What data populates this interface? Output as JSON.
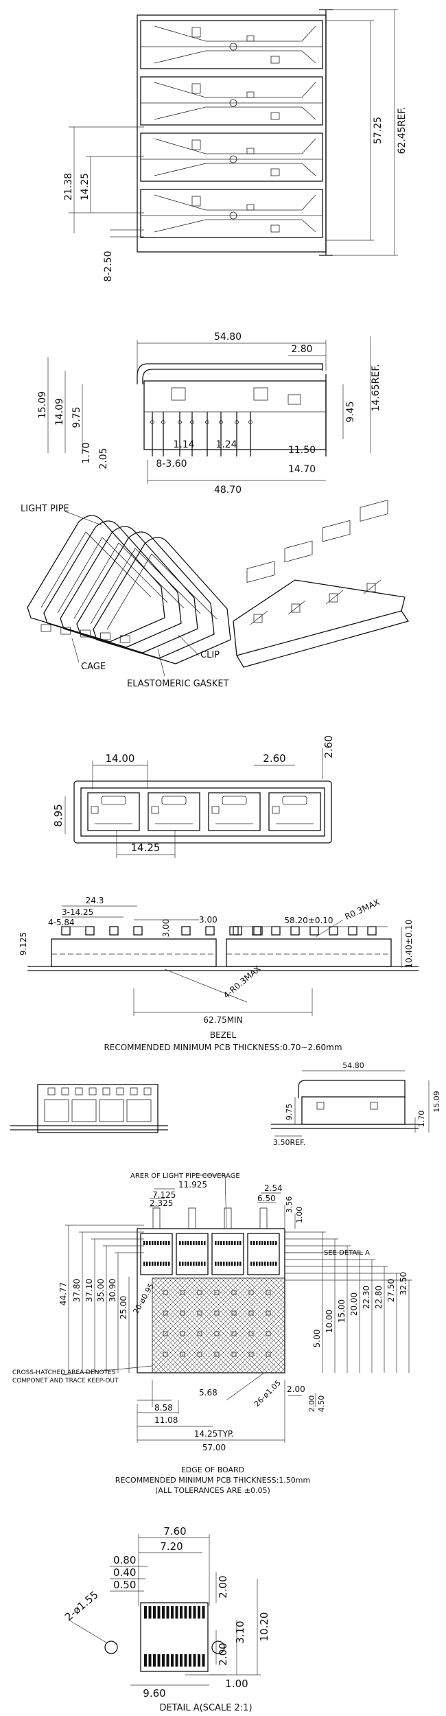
{
  "views": {
    "top_view": {
      "dims": [
        "21.38",
        "14.25",
        "8-2.50",
        "57.25",
        "62.45REF."
      ]
    },
    "side_view": {
      "dims": [
        "54.80",
        "2.80",
        "14.65REF.",
        "15.09",
        "14.09",
        "9.75",
        "9.45",
        "1.14",
        "1.24",
        "1.70",
        "2.05",
        "8-3.60",
        "11.50",
        "14.70",
        "48.70"
      ]
    },
    "iso_view": {
      "labels": [
        "LIGHT PIPE",
        "CAGE",
        "CLIP",
        "ELASTOMERIC GASKET"
      ]
    },
    "front_view": {
      "dims": [
        "14.00",
        "2.60",
        "2.60",
        "8.95",
        "14.25"
      ]
    },
    "bezel": {
      "dims": [
        "24.3",
        "4-5.84",
        "3-14.25",
        "9.125",
        "3.00",
        "3.00",
        "58.20±0.10",
        "R0.3MAX",
        "10.40±0.10",
        "4-R0.3MAX",
        "62.75MIN"
      ],
      "title": "BEZEL",
      "note": "RECOMMENDED  MINIMUM  PCB  THICKNESS:0.70~2.60mm"
    },
    "mount": {
      "dims": [
        "54.80",
        "9.75",
        "1.70",
        "15.09",
        "3.50REF."
      ]
    },
    "pcb": {
      "top_label": "ARER OF LIGHT PIPE COVERAGE",
      "dims_top": [
        "11.925",
        "7.125",
        "2.325",
        "2.54",
        "6.50",
        "3.56",
        "1.00"
      ],
      "see_detail": "SEE DETAIL A",
      "dims_left": [
        "44.77",
        "37.80",
        "37.10",
        "35.00",
        "30.90",
        "25.00",
        "20-ø0.95"
      ],
      "dims_right": [
        "32.50",
        "27.50",
        "22.80",
        "22.30",
        "20.00",
        "15.00",
        "10.00",
        "5.00"
      ],
      "hatch_note": [
        "CROSS-HATCHED AREA DENOTES",
        "COMPONET AND TRACE KEEP-OUT"
      ],
      "dims_bottom": [
        "5.68",
        "8.58",
        "11.08",
        "14.25TYP.",
        "57.00",
        "26-ø1.05",
        "2.00",
        "2.00",
        "4.50"
      ],
      "edge_label": "EDGE OF BOARD",
      "note1": "RECOMMENDED  MINIMUM  PCB  THICKNESS:1.50mm",
      "note2": "(ALL  TOLERANCES  ARE  ±0.05)"
    },
    "detail_a": {
      "dims": [
        "7.60",
        "7.20",
        "0.80",
        "0.40",
        "0.50",
        "2.00",
        "2-ø1.55",
        "3.10",
        "2.00",
        "10.20",
        "9.60",
        "1.00"
      ],
      "title": "DETAIL  A(SCALE  2:1)"
    }
  }
}
